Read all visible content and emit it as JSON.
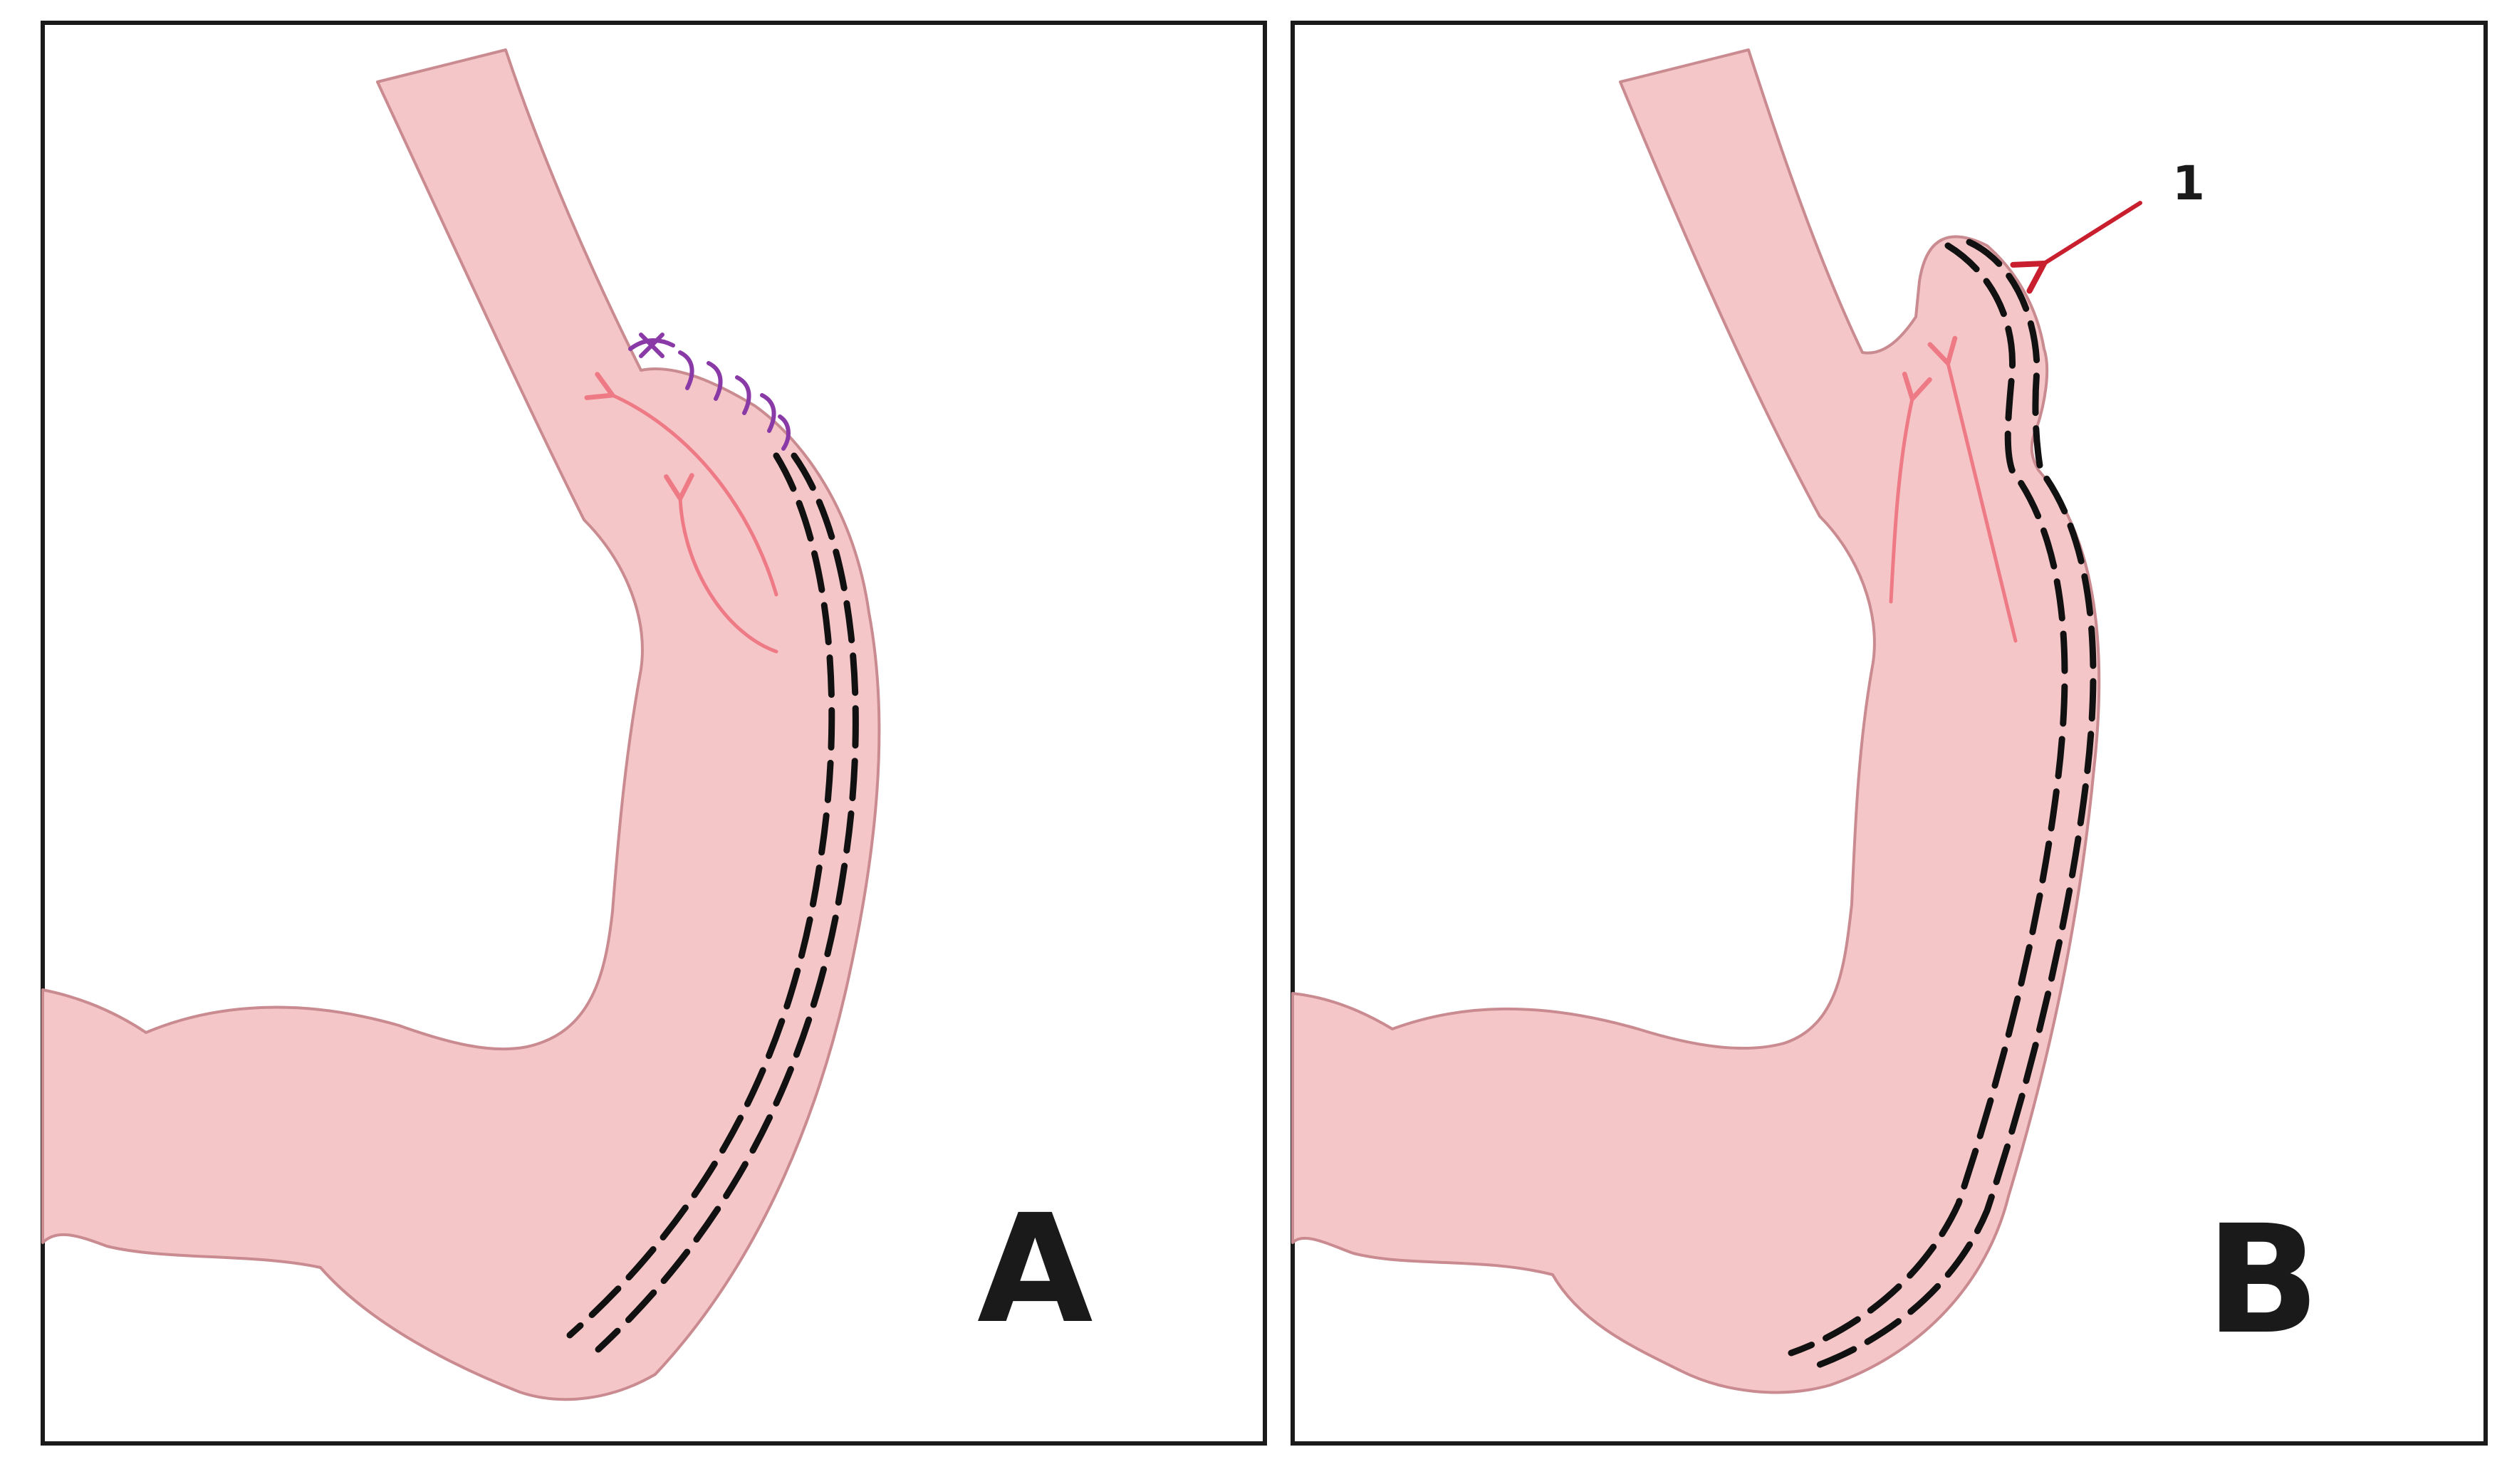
{
  "panels": [
    {
      "id": "A",
      "label": "A",
      "variant": "sutured-wall"
    },
    {
      "id": "B",
      "label": "B",
      "variant": "outpouching",
      "callout": {
        "number": "1"
      }
    }
  ],
  "colors": {
    "organ_fill": "#f5c6c8",
    "organ_outline": "#c98b8f",
    "flow_arrows": "#ee7a86",
    "dashed_lines": "#111111",
    "suture": "#8a3aa6",
    "callout_arrow": "#c81e2e",
    "frame": "#1a1a1a"
  }
}
